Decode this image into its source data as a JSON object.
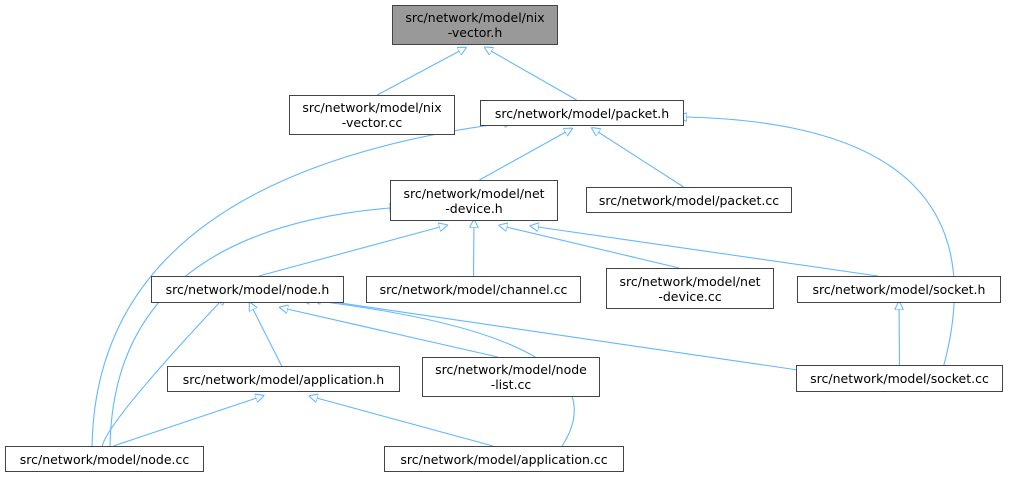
{
  "colors": {
    "edge": "#63b8ff",
    "root_fill": "#999999",
    "node_border": "#444444"
  },
  "nodes": {
    "nixvector_h": {
      "lines": [
        "src/network/model/nix",
        "-vector.h"
      ]
    },
    "nixvector_cc": {
      "lines": [
        "src/network/model/nix",
        "-vector.cc"
      ]
    },
    "packet_h": {
      "lines": [
        "src/network/model/packet.h"
      ]
    },
    "netdevice_h": {
      "lines": [
        "src/network/model/net",
        "-device.h"
      ]
    },
    "packet_cc": {
      "lines": [
        "src/network/model/packet.cc"
      ]
    },
    "node_h": {
      "lines": [
        "src/network/model/node.h"
      ]
    },
    "channel_cc": {
      "lines": [
        "src/network/model/channel.cc"
      ]
    },
    "netdevice_cc": {
      "lines": [
        "src/network/model/net",
        "-device.cc"
      ]
    },
    "socket_h": {
      "lines": [
        "src/network/model/socket.h"
      ]
    },
    "application_h": {
      "lines": [
        "src/network/model/application.h"
      ]
    },
    "nodelist_cc": {
      "lines": [
        "src/network/model/node",
        "-list.cc"
      ]
    },
    "socket_cc": {
      "lines": [
        "src/network/model/socket.cc"
      ]
    },
    "node_cc": {
      "lines": [
        "src/network/model/node.cc"
      ]
    },
    "application_cc": {
      "lines": [
        "src/network/model/application.cc"
      ]
    }
  },
  "edges": [
    [
      "nixvector_h",
      "nixvector_cc"
    ],
    [
      "nixvector_h",
      "packet_h"
    ],
    [
      "packet_h",
      "netdevice_h"
    ],
    [
      "packet_h",
      "packet_cc"
    ],
    [
      "packet_h",
      "node_cc"
    ],
    [
      "packet_h",
      "socket_cc"
    ],
    [
      "netdevice_h",
      "node_h"
    ],
    [
      "netdevice_h",
      "channel_cc"
    ],
    [
      "netdevice_h",
      "netdevice_cc"
    ],
    [
      "netdevice_h",
      "socket_h"
    ],
    [
      "netdevice_h",
      "node_cc"
    ],
    [
      "node_h",
      "application_h"
    ],
    [
      "node_h",
      "nodelist_cc"
    ],
    [
      "node_h",
      "socket_cc"
    ],
    [
      "node_h",
      "node_cc"
    ],
    [
      "node_h",
      "application_cc"
    ],
    [
      "socket_h",
      "socket_cc"
    ],
    [
      "application_h",
      "node_cc"
    ],
    [
      "application_h",
      "application_cc"
    ]
  ]
}
